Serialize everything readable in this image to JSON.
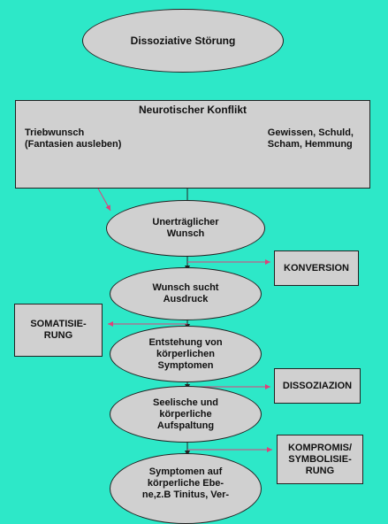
{
  "title": "Dissoziative Störung",
  "conflict": {
    "heading": "Neurotischer Konflikt",
    "left": "Triebwunsch\n(Fantasien ausleben)",
    "right": "Gewissen, Schuld,\nScham, Hemmung"
  },
  "steps": [
    "Unerträglicher\nWunsch",
    "Wunsch sucht\nAusdruck",
    "Entstehung von\nkörperlichen\nSymptomen",
    "Seelische und\nkörperliche\nAufspaltung",
    "Symptomen auf\nkörperliche Ebe-\nne,z.B Tinitus, Ver-"
  ],
  "outcomes": {
    "konversion": "KONVERSION",
    "somatisierung": "SOMATISIE-\nRUNG",
    "dissoziazion": "DISSOZIAZION",
    "kompromis": "KOMPROMIS/\nSYMBOLISIE-\nRUNG"
  },
  "colors": {
    "background": "#2de8c8",
    "shape_fill": "#d0d0d0",
    "arrow_red": "#e0407a"
  }
}
